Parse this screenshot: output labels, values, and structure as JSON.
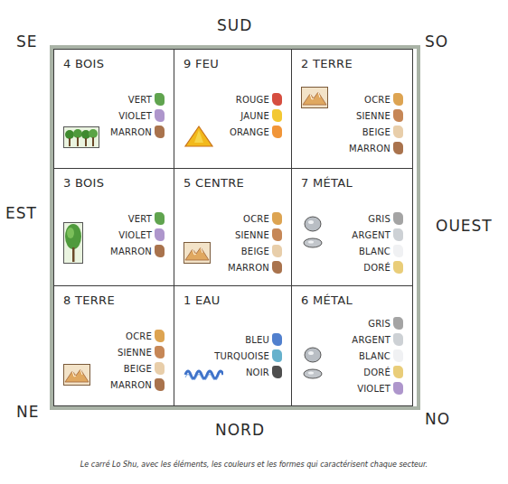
{
  "diagram": {
    "caption": "Le carré Lo Shu, avec les éléments, les couleurs et les formes qui caractérisent chaque secteur.",
    "nodes": [
      {
        "text": [
          "4 BOIS",
          "VERT",
          "VIOLET",
          "MARRON"
        ]
      },
      {
        "text": [
          "9 FEU",
          "ROUGE",
          "JAUNE",
          "ORANGE"
        ]
      },
      {
        "text": [
          "2 TERRE",
          "OCRE",
          "SIENNE",
          "BEIGE",
          "MARRON"
        ]
      },
      {
        "text": [
          "3 BOIS",
          "VERT",
          "VIOLET",
          "MARRON"
        ]
      },
      {
        "text": [
          "5 CENTRE",
          "OCRE",
          "SIENNE",
          "BEIGE",
          "MARRON"
        ]
      },
      {
        "text": [
          "7 MÉTAL",
          "GRIS",
          "ARGENT",
          "BLANC",
          "DORÉ"
        ]
      },
      {
        "text": [
          "8 TERRE",
          "OCRE",
          "SIENNE",
          "BEIGE",
          "MARRON"
        ]
      },
      {
        "text": [
          "1 EAU",
          "BLEU",
          "TURQUOISE",
          "NOIR"
        ]
      },
      {
        "text": [
          "6 MÉTAL",
          "GRIS",
          "ARGENT",
          "BLANC",
          "DORÉ",
          "VIOLET"
        ]
      }
    ],
    "labels": [
      "SE",
      "SUD",
      "SO",
      "EST",
      "OUEST",
      "NE",
      "NORD",
      "NO"
    ]
  }
}
